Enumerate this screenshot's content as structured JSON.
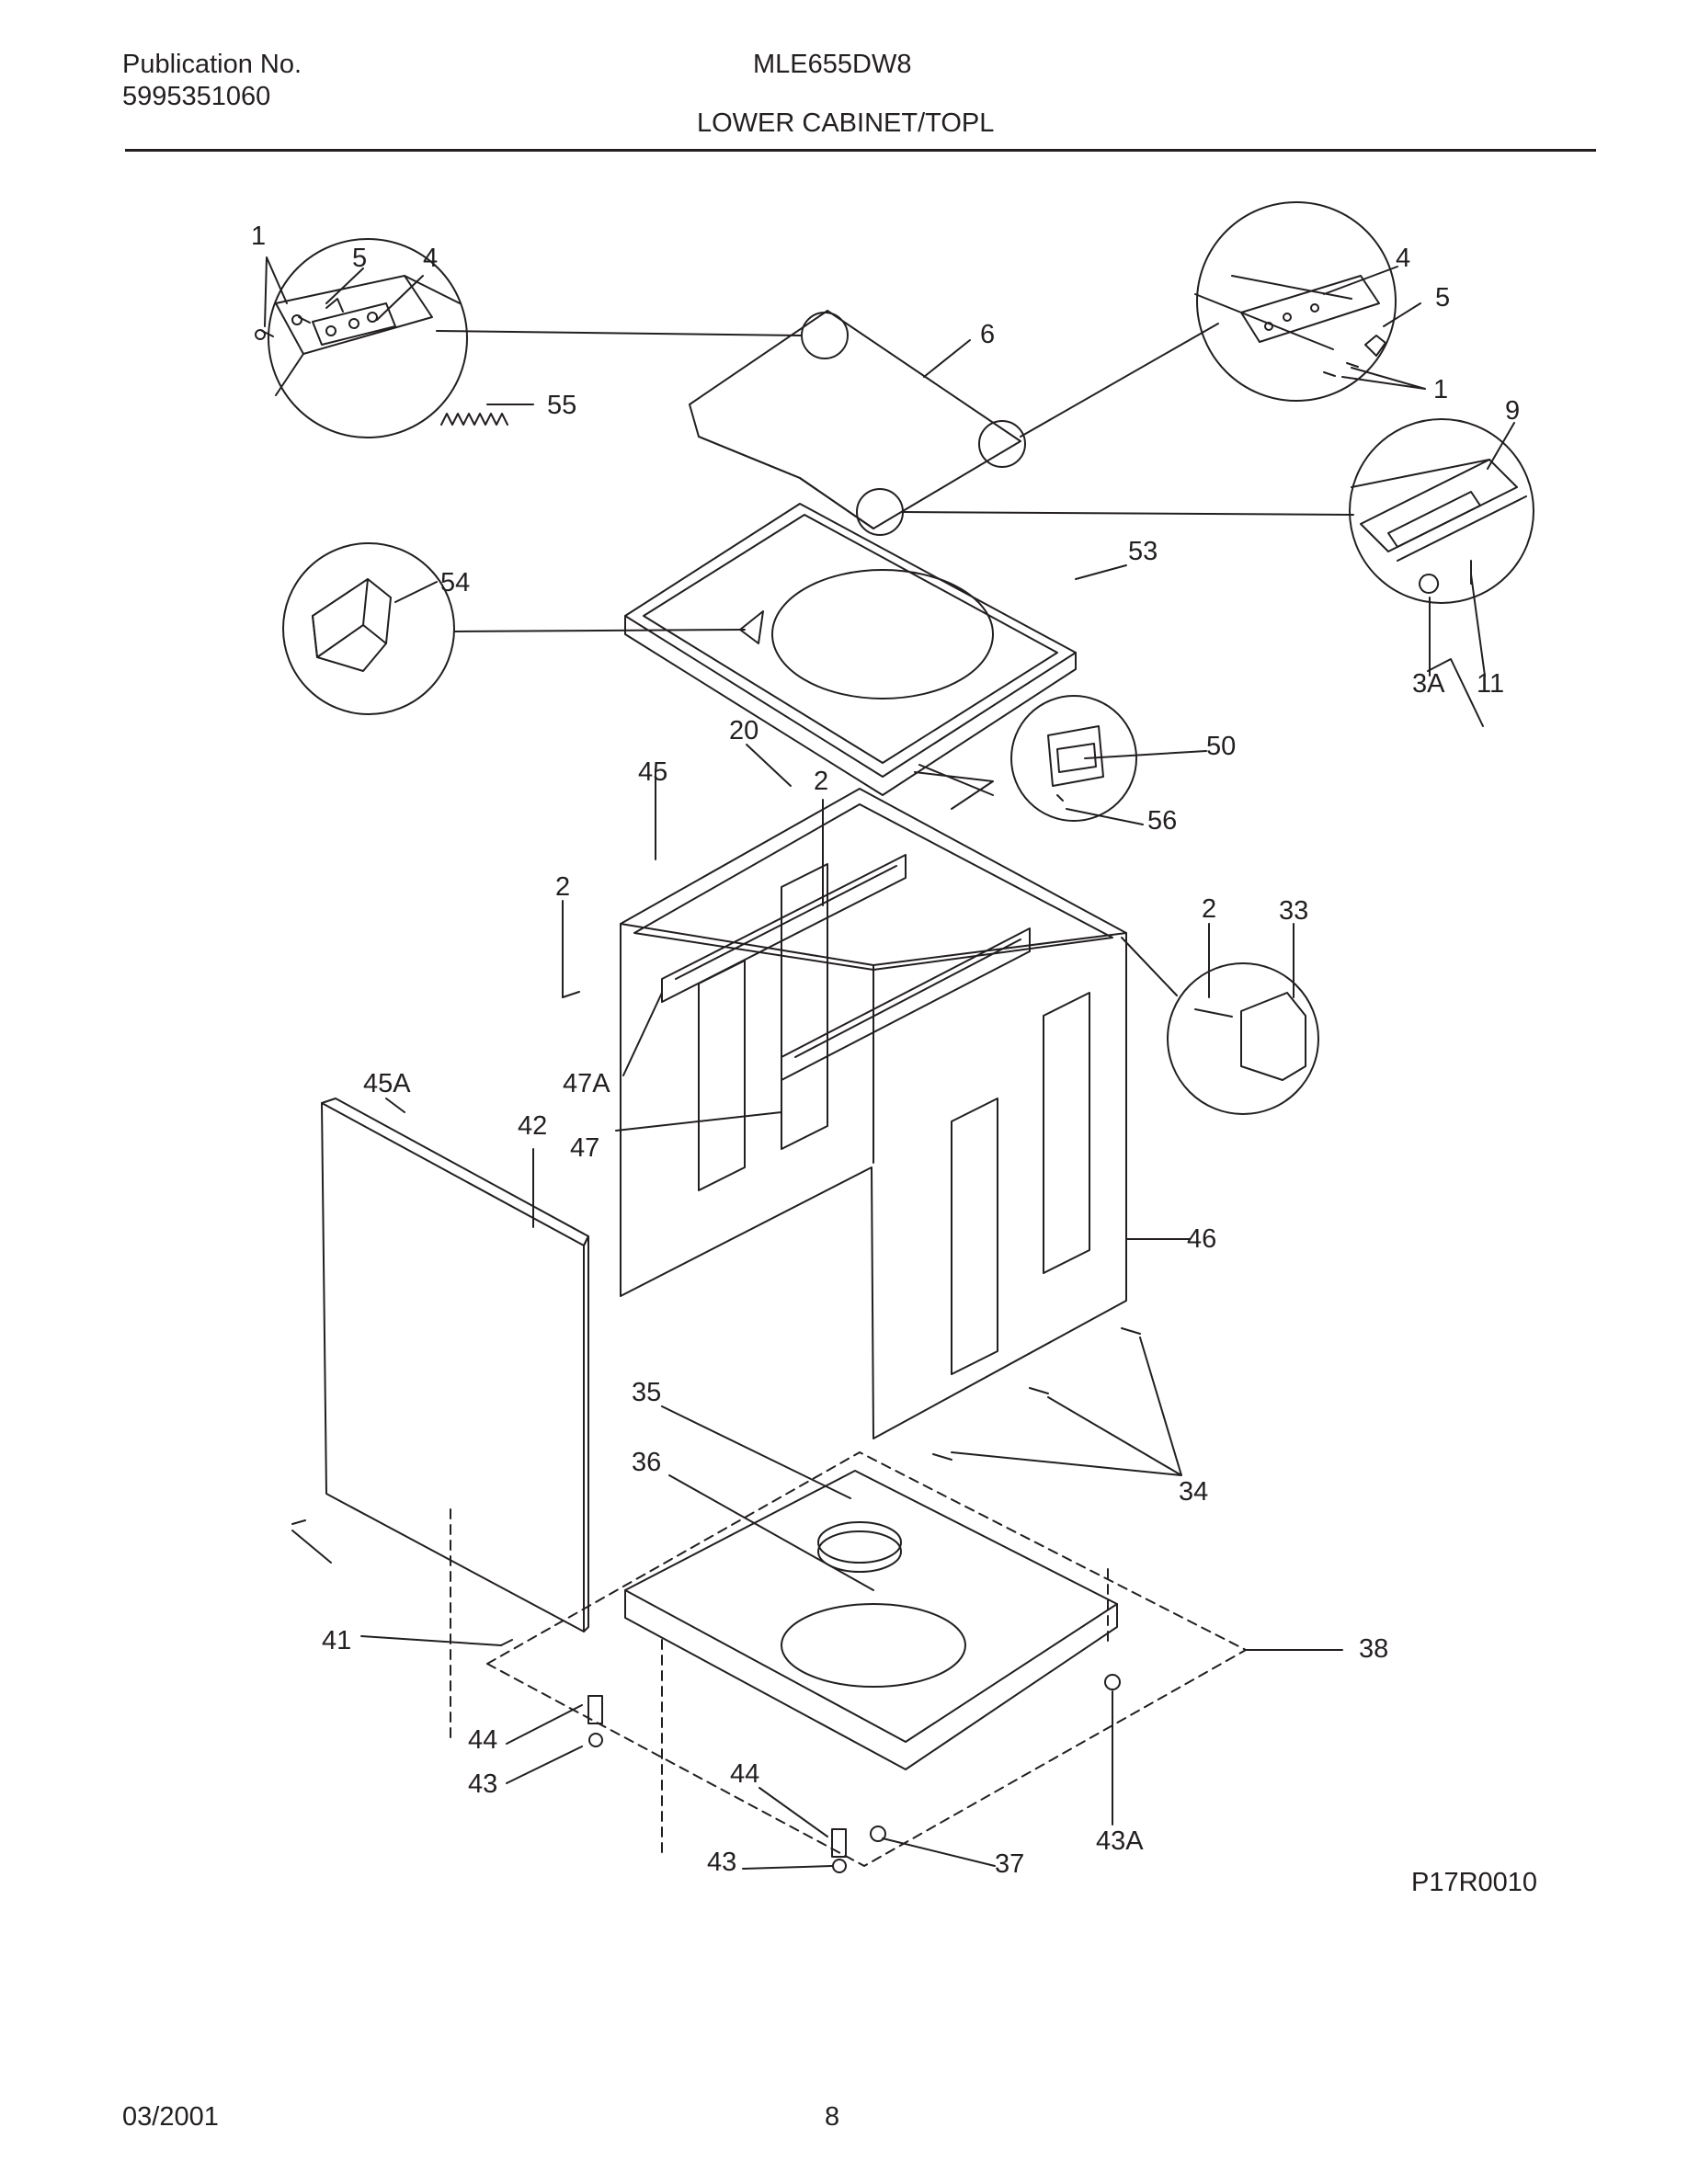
{
  "header": {
    "publication_label": "Publication No.",
    "publication_number": "5995351060",
    "model": "MLE655DW8",
    "section_title": "LOWER CABINET/TOPL"
  },
  "diagram": {
    "figure_code": "P17R0010",
    "callouts": [
      "1",
      "5",
      "4",
      "55",
      "6",
      "4",
      "5",
      "1",
      "9",
      "54",
      "53",
      "3A",
      "11",
      "20",
      "45",
      "2",
      "50",
      "56",
      "2",
      "2",
      "33",
      "45A",
      "47A",
      "42",
      "47",
      "46",
      "35",
      "36",
      "34",
      "41",
      "38",
      "44",
      "43",
      "44",
      "43A",
      "43",
      "37"
    ]
  },
  "footer": {
    "date": "03/2001",
    "page": "8"
  }
}
